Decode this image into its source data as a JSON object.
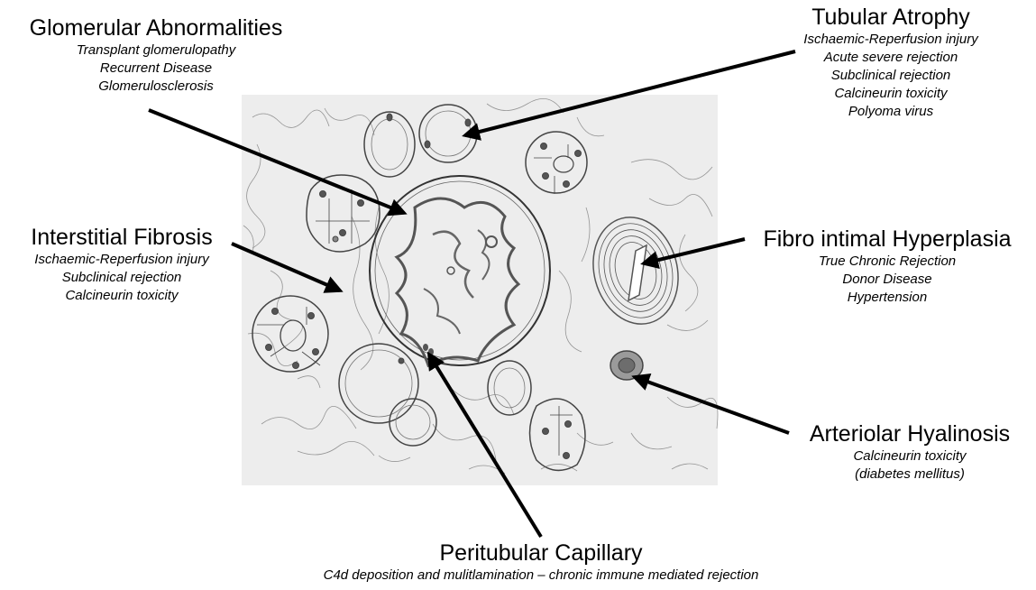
{
  "labels": {
    "glomerular": {
      "title": "Glomerular Abnormalities",
      "causes": [
        "Transplant glomerulopathy",
        "Recurrent Disease",
        "Glomerulosclerosis"
      ]
    },
    "tubular": {
      "title": "Tubular Atrophy",
      "causes": [
        "Ischaemic-Reperfusion injury",
        "Acute severe rejection",
        "Subclinical rejection",
        "Calcineurin toxicity",
        "Polyoma virus"
      ]
    },
    "interstitial": {
      "title": "Interstitial Fibrosis",
      "causes": [
        "Ischaemic-Reperfusion injury",
        "Subclinical rejection",
        "Calcineurin toxicity"
      ]
    },
    "fibro": {
      "title": "Fibro intimal Hyperplasia",
      "causes": [
        "True Chronic Rejection",
        "Donor Disease",
        "Hypertension"
      ]
    },
    "arteriolar": {
      "title": "Arteriolar Hyalinosis",
      "causes": [
        "Calcineurin toxicity",
        "(diabetes mellitus)"
      ]
    },
    "peritubular": {
      "title": "Peritubular Capillary",
      "causes": [
        "C4d deposition and mulitlamination – chronic immune mediated rejection"
      ]
    }
  }
}
